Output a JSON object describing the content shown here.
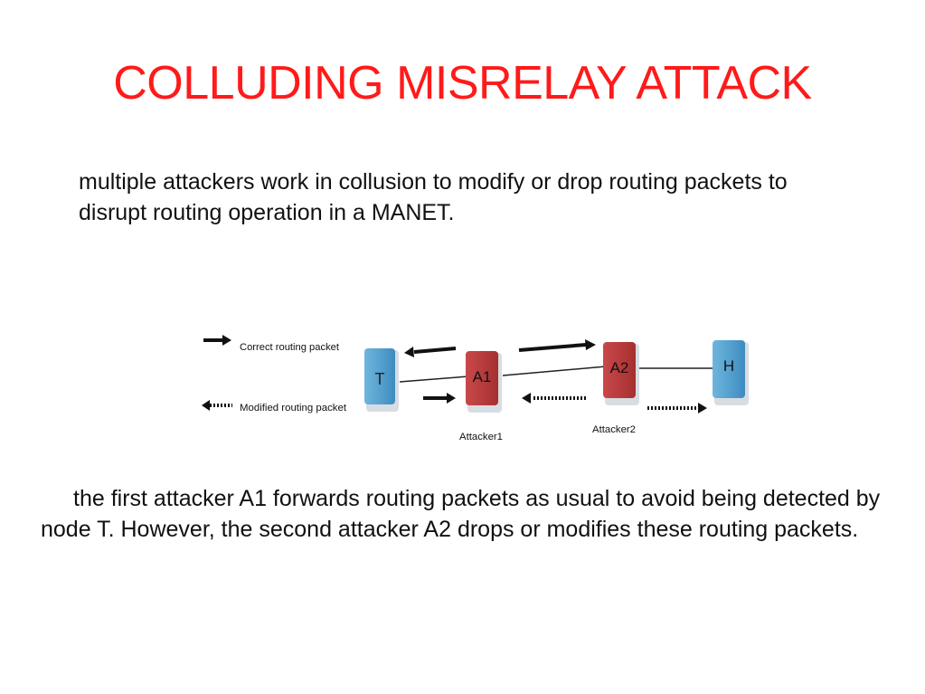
{
  "slide": {
    "title": "COLLUDING MISRELAY ATTACK",
    "intro": "multiple attackers work in collusion to modify or drop routing packets to disrupt routing operation in a MANET.",
    "description": "the first attacker A1 forwards routing packets as usual to avoid being detected by node T. However, the second attacker A2 drops or modifies these routing packets."
  },
  "diagram": {
    "legend": {
      "correct_label": "Correct routing packet",
      "modified_label": "Modified routing packet"
    },
    "nodes": {
      "t_label": "T",
      "a1_label": "A1",
      "a2_label": "A2",
      "h_label": "H"
    },
    "captions": {
      "attacker1": "Attacker1",
      "attacker2": "Attacker2"
    },
    "colors": {
      "normal_node": "#4a9bcb",
      "attacker_node": "#b4393c",
      "title": "#ff1a1a"
    }
  }
}
